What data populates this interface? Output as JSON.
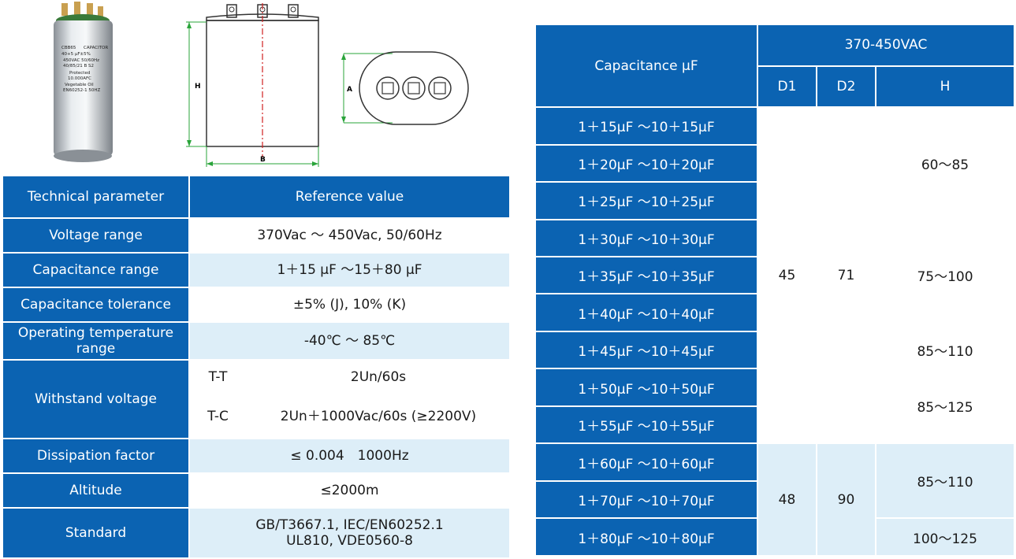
{
  "product_label": {
    "lines": [
      "CBB65",
      "CAPACITOR",
      "40+5 μF±5%",
      "450VAC 50/60Hz",
      "40/85/21 B S2",
      "Protected",
      "10.000AFC",
      "Vegetable Oil",
      "EN60252-1 50HZ"
    ]
  },
  "drawing": {
    "label_h": "H",
    "label_b": "B",
    "label_a": "A"
  },
  "tech_table": {
    "header_param": "Technical parameter",
    "header_value": "Reference value",
    "voltage_label": "Voltage range",
    "voltage_value": "370Vac ～ 450Vac, 50/60Hz",
    "cap_range_label": "Capacitance range",
    "cap_range_value": "1＋15 μF ～15＋80 μF",
    "tolerance_label": "Capacitance tolerance",
    "tolerance_value": "±5% (J), 10% (K)",
    "temp_label": "Operating temperature range",
    "temp_value": "-40℃ ～ 85℃",
    "withstand_label": "Withstand voltage",
    "tt_label": "T-T",
    "tt_value": "2Un/60s",
    "tc_label": "T-C",
    "tc_value": "2Un＋1000Vac/60s (≥2200V)",
    "dissipation_label": "Dissipation factor",
    "dissipation_value": "≤ 0.004　1000Hz",
    "altitude_label": "Altitude",
    "altitude_value": "≤2000m",
    "standard_label": "Standard",
    "standard_value_1": "GB/T3667.1, IEC/EN60252.1",
    "standard_value_2": "UL810, VDE0560-8"
  },
  "cap_table": {
    "header_cap": "Capacitance  μF",
    "header_voltage": "370-450VAC",
    "header_d1": "D1",
    "header_d2": "D2",
    "header_h": "H",
    "rows": [
      "1＋15μF ～10＋15μF",
      "1＋20μF ～10＋20μF",
      "1＋25μF ～10＋25μF",
      "1＋30μF ～10＋30μF",
      "1＋35μF ～10＋35μF",
      "1＋40μF ～10＋40μF",
      "1＋45μF ～10＋45μF",
      "1＋50μF ～10＋50μF",
      "1＋55μF ～10＋55μF",
      "1＋60μF ～10＋60μF",
      "1＋70μF ～10＋70μF",
      "1＋80μF ～10＋80μF"
    ],
    "group1_d1": "45",
    "group1_d2": "71",
    "group2_d1": "48",
    "group2_d2": "90",
    "h_60_85": "60～85",
    "h_75_100": "75～100",
    "h_85_110_a": "85～110",
    "h_85_125": "85～125",
    "h_85_110_b": "85～110",
    "h_100_125": "100～125"
  }
}
